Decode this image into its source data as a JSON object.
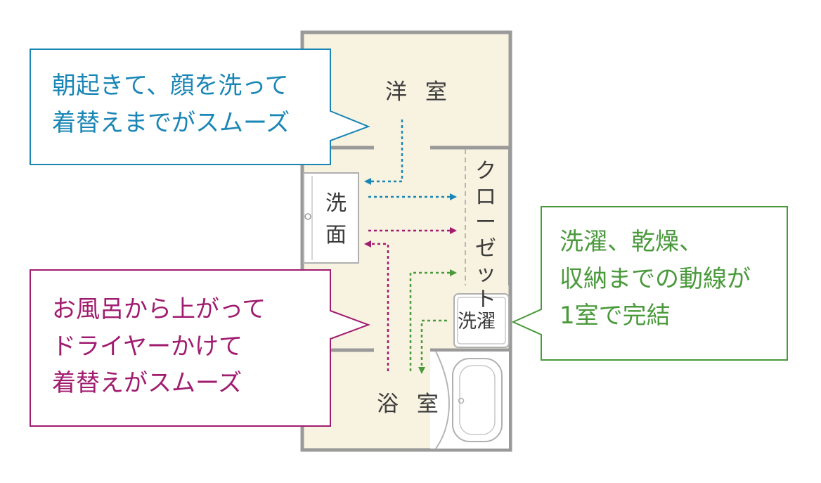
{
  "rooms": {
    "bedroom": "洋 室",
    "washroom_top": "洗",
    "washroom_bottom": "面",
    "closet_chars": [
      "ク",
      "ロ",
      "ー",
      "ゼ",
      "ッ",
      "ト"
    ],
    "laundry": "洗濯",
    "bath": "浴 室"
  },
  "callouts": {
    "morning": "朝起きて、顔を洗って\n着替えまでがスムーズ",
    "bath": "お風呂から上がって\nドライヤーかけて\n着替えがスムーズ",
    "laundry": "洗濯、乾燥、\n収納までの動線が\n1室で完結"
  },
  "colors": {
    "blue": "#1a86b5",
    "magenta": "#a01c6f",
    "green": "#4a9a3c",
    "wall": "#9a9a9a",
    "floor": "#f8f2e0"
  }
}
